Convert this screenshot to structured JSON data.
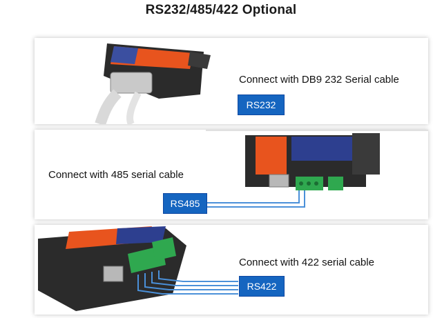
{
  "title": "RS232/485/422 Optional",
  "panels": [
    {
      "caption": "Connect with DB9 232 Serial cable",
      "badge": "RS232"
    },
    {
      "caption": "Connect with 485 serial cable",
      "badge": "RS485"
    },
    {
      "caption": "Connect with 422 serial cable",
      "badge": "RS422"
    }
  ],
  "colors": {
    "badge": "#1565c0",
    "device_body": "#2b2b2b",
    "device_label": "#e8541e",
    "terminal": "#2fa84f",
    "wire": "#4a90d9"
  }
}
